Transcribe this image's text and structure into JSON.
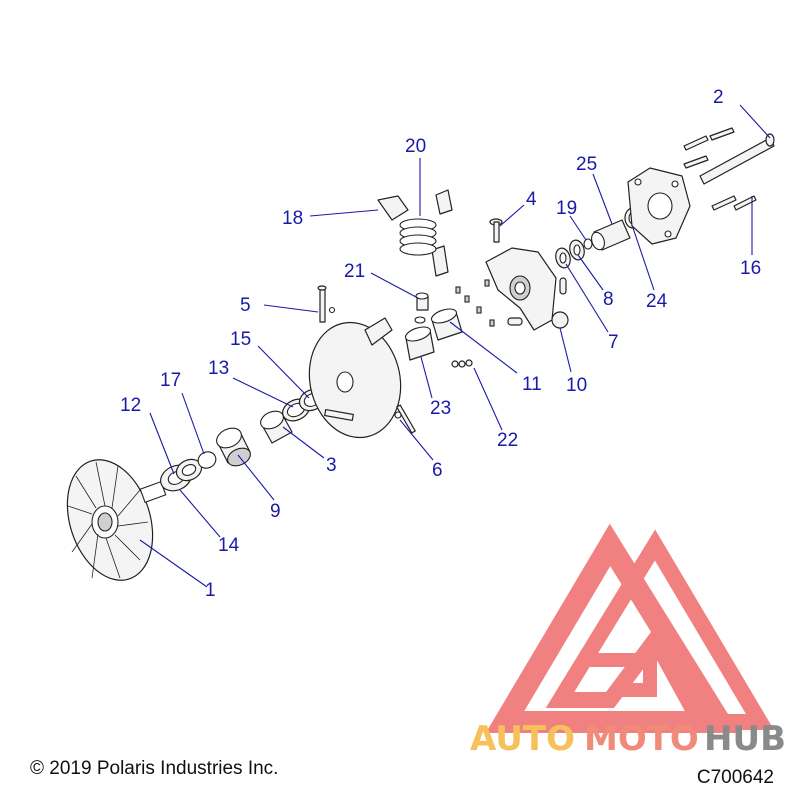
{
  "diagram": {
    "callouts": [
      "1",
      "2",
      "3",
      "4",
      "5",
      "6",
      "7",
      "8",
      "9",
      "10",
      "11",
      "12",
      "13",
      "14",
      "15",
      "16",
      "17",
      "18",
      "19",
      "20",
      "21",
      "22",
      "23",
      "24",
      "25"
    ]
  },
  "footer": {
    "copyright": "© 2019 Polaris Industries Inc.",
    "drawing_code": "C700642"
  },
  "watermark": {
    "word_part_1": "AUTO",
    "word_part_2": "MOTO",
    "word_part_3": "HUB",
    "colors": {
      "triangle": "#ef6a6a",
      "auto": "#f6c15a",
      "moto": "#f08b7a",
      "hub": "#8a8a8a"
    }
  },
  "colors": {
    "callout": "#1a1aa8",
    "line": "#222222"
  }
}
